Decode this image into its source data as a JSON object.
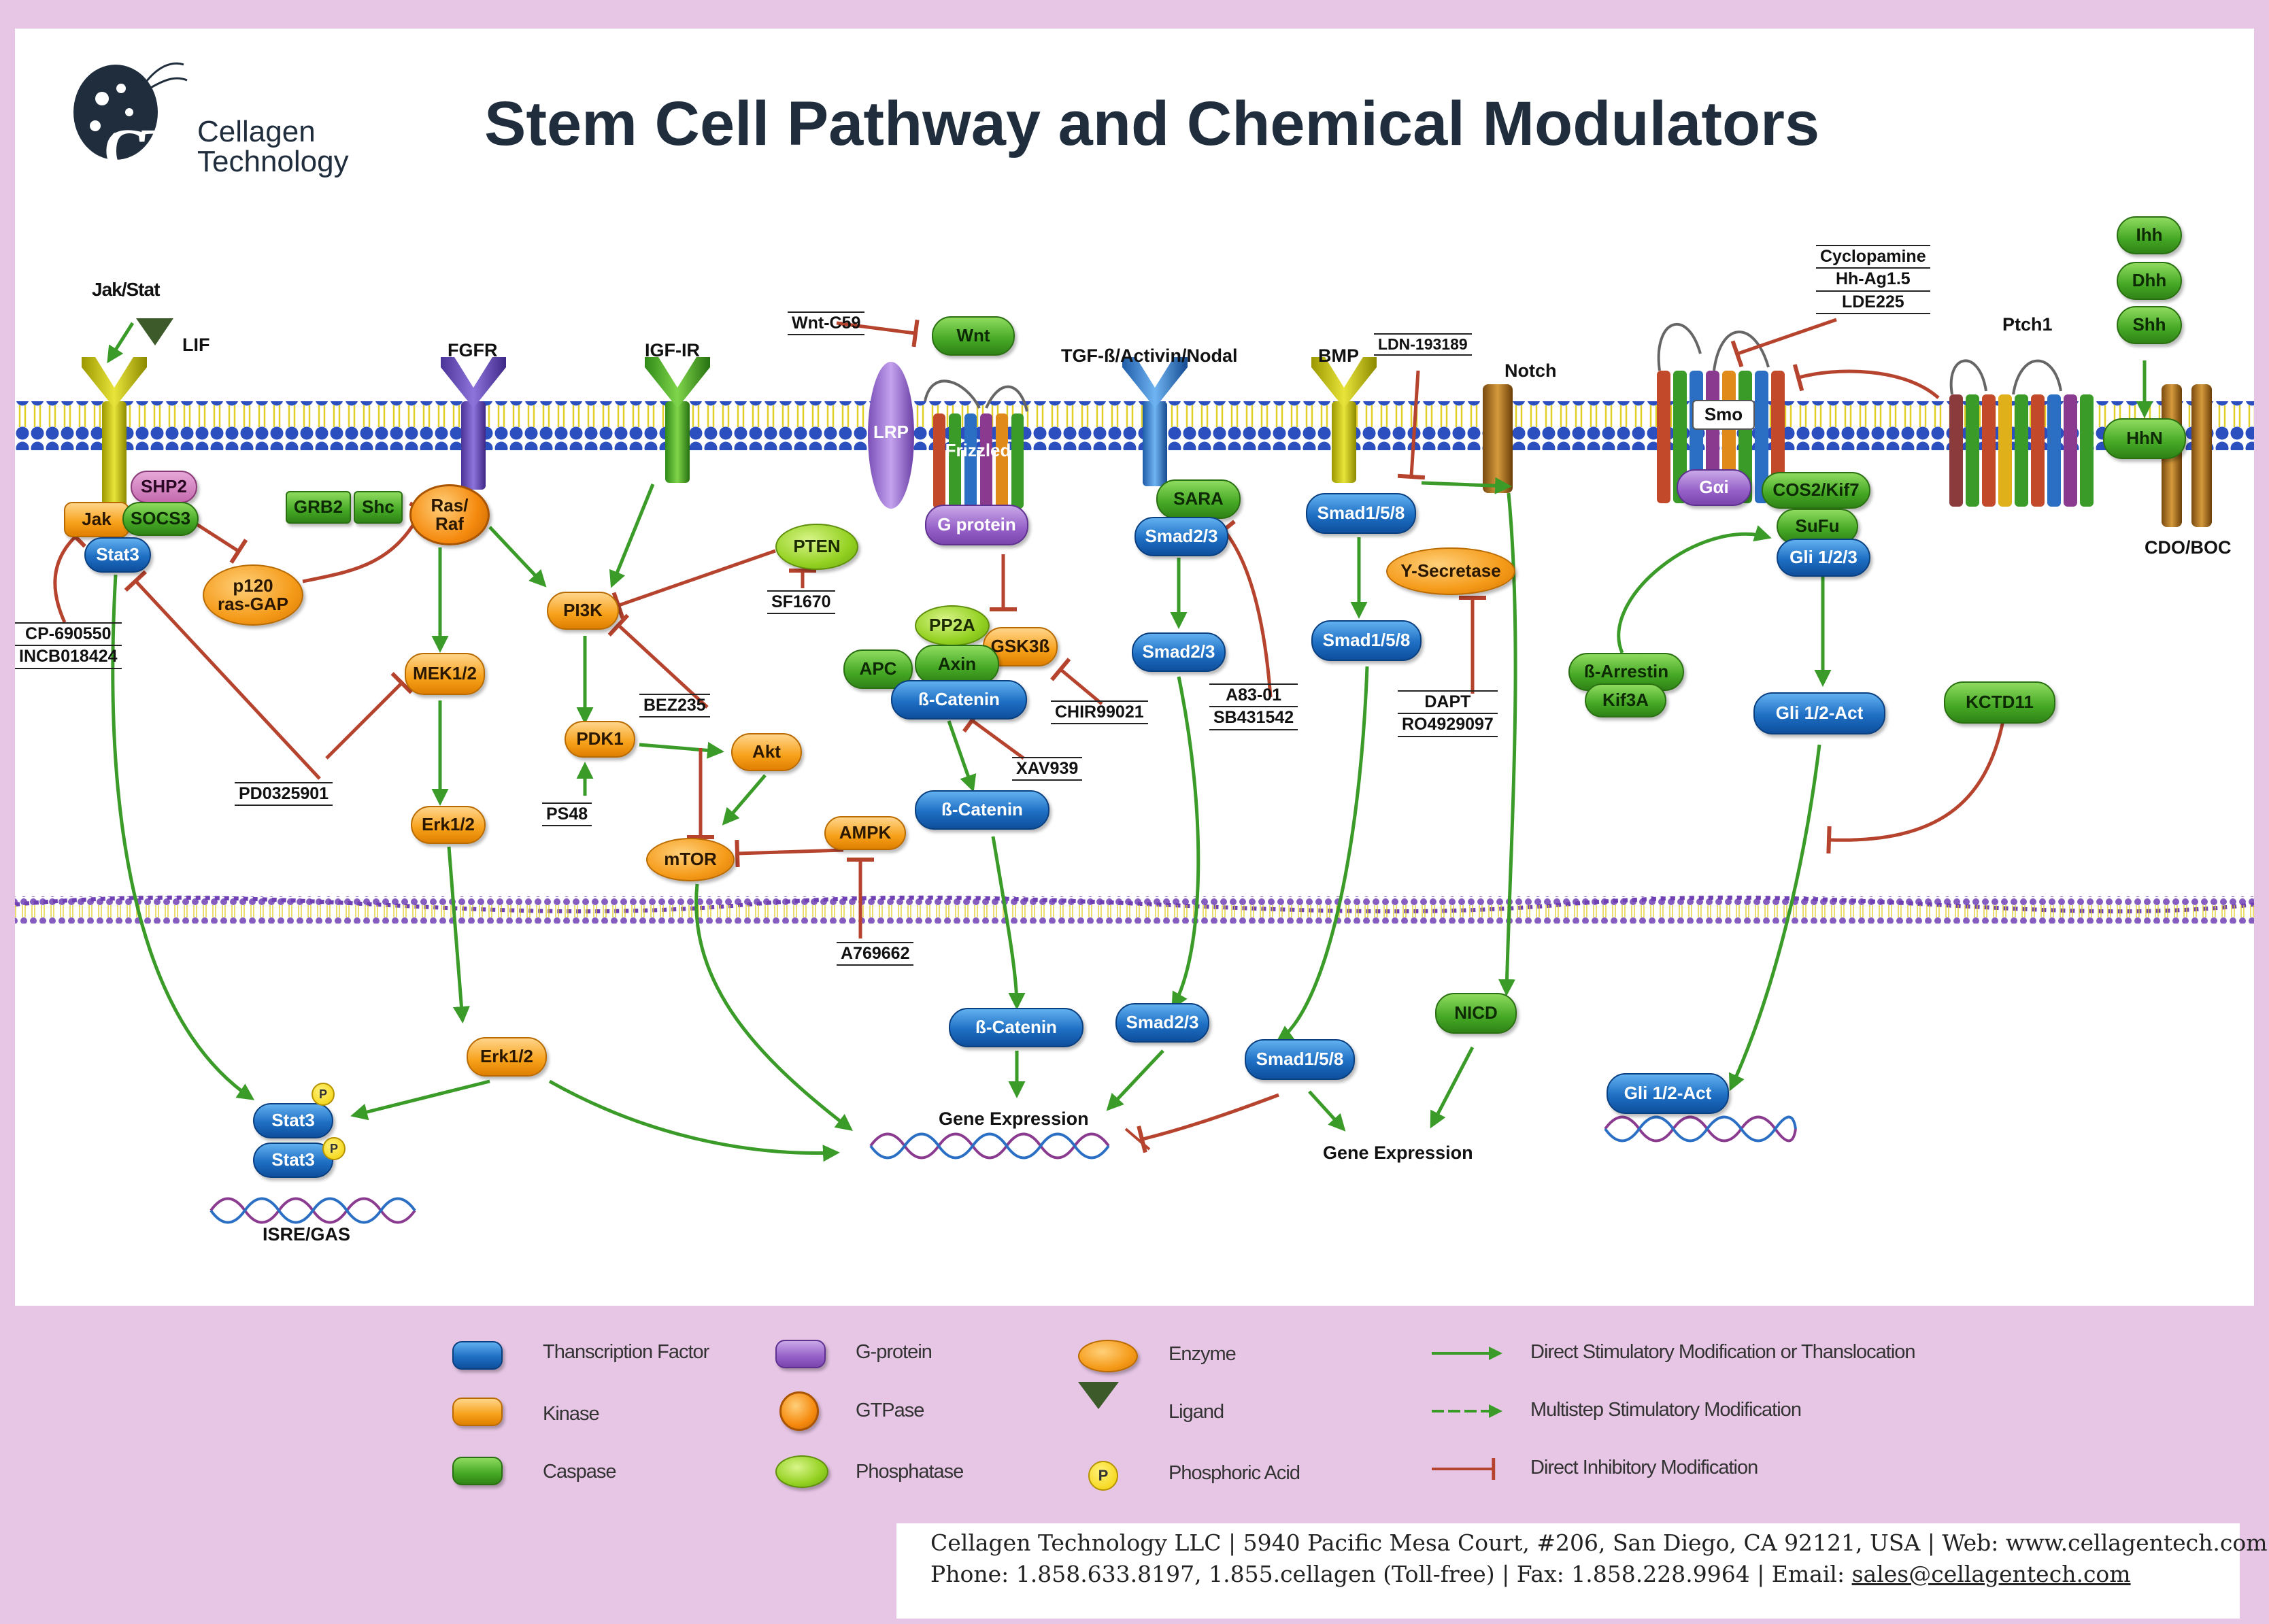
{
  "title": "Stem Cell Pathway and Chemical Modulators",
  "brand": {
    "logo_letters": "CT",
    "line1": "Cellagen",
    "line2": "Technology"
  },
  "pathways": {
    "jakstat": "Jak/Stat",
    "lif": "LIF",
    "fgfr": "FGFR",
    "igfir": "IGF-IR",
    "tgf": "TGF-ß/Activin/Nodal",
    "bmp": "BMP",
    "notch": "Notch",
    "ptch1": "Ptch1",
    "cdo": "CDO/BOC"
  },
  "nodes": {
    "jak": "Jak",
    "shp2": "SHP2",
    "socs3": "SOCS3",
    "stat3": "Stat3",
    "p120_1": "p120",
    "p120_2": "ras-GAP",
    "grb2": "GRB2",
    "shc": "Shc",
    "ras1": "Ras/",
    "ras2": "Raf",
    "mek": "MEK1/2",
    "erk_cyto": "Erk1/2",
    "erk_nuc": "Erk1/2",
    "pi3k": "PI3K",
    "pten": "PTEN",
    "pdk1": "PDK1",
    "akt": "Akt",
    "mtor": "mTOR",
    "ampk": "AMPK",
    "wnt": "Wnt",
    "lrp": "LRP",
    "frizzled": "Frizzled",
    "gprotein": "G protein",
    "pp2a": "PP2A",
    "gsk3b": "GSK3ß",
    "apc": "APC",
    "axin": "Axin",
    "bcat_complex": "ß-Catenin",
    "bcat_free": "ß-Catenin",
    "bcat_nuc": "ß-Catenin",
    "sara": "SARA",
    "smad23_a": "Smad2/3",
    "smad23_b": "Smad2/3",
    "smad23_nuc": "Smad2/3",
    "smad158_a": "Smad1/5/8",
    "smad158_b": "Smad1/5/8",
    "smad158_nuc": "Smad1/5/8",
    "gsec": "Y-Secretase",
    "nicd": "NICD",
    "smo": "Smo",
    "gai": "Gαi",
    "cos2": "COS2/Kif7",
    "sufu": "SuFu",
    "gli123": "Gli 1/2/3",
    "barr": "ß-Arrestin",
    "kif3a": "Kif3A",
    "gliact_cyto": "Gli 1/2-Act",
    "gliact_nuc": "Gli 1/2-Act",
    "kctd11": "KCTD11",
    "ihh": "Ihh",
    "dhh": "Dhh",
    "shh": "Shh",
    "hhn": "HhN",
    "stat3_p1": "Stat3",
    "stat3_p2": "Stat3",
    "p_mark": "P"
  },
  "inhibitors": {
    "cp": [
      "CP-690550",
      "INCB018424"
    ],
    "pd": [
      "PD0325901"
    ],
    "ps48": [
      "PS48"
    ],
    "bez": [
      "BEZ235"
    ],
    "sf": [
      "SF1670"
    ],
    "a769": [
      "A769662"
    ],
    "wntc59": [
      "Wnt-C59"
    ],
    "chir": [
      "CHIR99021"
    ],
    "xav": [
      "XAV939"
    ],
    "a83": [
      "A83-01",
      "SB431542"
    ],
    "ldn": [
      "LDN-193189"
    ],
    "dapt": [
      "DAPT",
      "RO4929097"
    ],
    "cyclo": [
      "Cyclopamine",
      "Hh-Ag1.5",
      "LDE225"
    ]
  },
  "dna_labels": {
    "isre": "ISRE/GAS",
    "gene1": "Gene Expression",
    "gene2": "Gene Expression"
  },
  "legend": [
    {
      "label": "Thanscription Factor",
      "kind": "tf"
    },
    {
      "label": "Kinase",
      "kind": "kinase"
    },
    {
      "label": "Caspase",
      "kind": "caspase"
    },
    {
      "label": "G-protein",
      "kind": "gprotein"
    },
    {
      "label": "GTPase",
      "kind": "gtpase"
    },
    {
      "label": "Phosphatase",
      "kind": "phosphatase"
    },
    {
      "label": "Enzyme",
      "kind": "enzyme"
    },
    {
      "label": "Ligand",
      "kind": "ligand"
    },
    {
      "label": "Phosphoric Acid",
      "kind": "phosphoric-acid",
      "symbol": "P"
    },
    {
      "label": "Direct Stimulatory Modification or Thanslocation",
      "kind": "arrow"
    },
    {
      "label": "Multistep Stimulatory Modification",
      "kind": "multistep-arrow"
    },
    {
      "label": "Direct Inhibitory Modification",
      "kind": "inhibition"
    }
  ],
  "footer": {
    "line1": "Cellagen Technology LLC | 5940 Pacific Mesa Court, #206, San Diego, CA 92121, USA | Web: www.cellagentech.com",
    "line2_prefix": "Phone: 1.858.633.8197, 1.855.cellagen (Toll-free) | Fax: 1.858.228.9964 | Email: ",
    "email": "sales@cellagentech.com"
  },
  "colors": {
    "stimulatory": "#3a9b28",
    "inhibitory": "#b5432d",
    "background": "#e7c6e5",
    "title": "#1f2d3d"
  }
}
